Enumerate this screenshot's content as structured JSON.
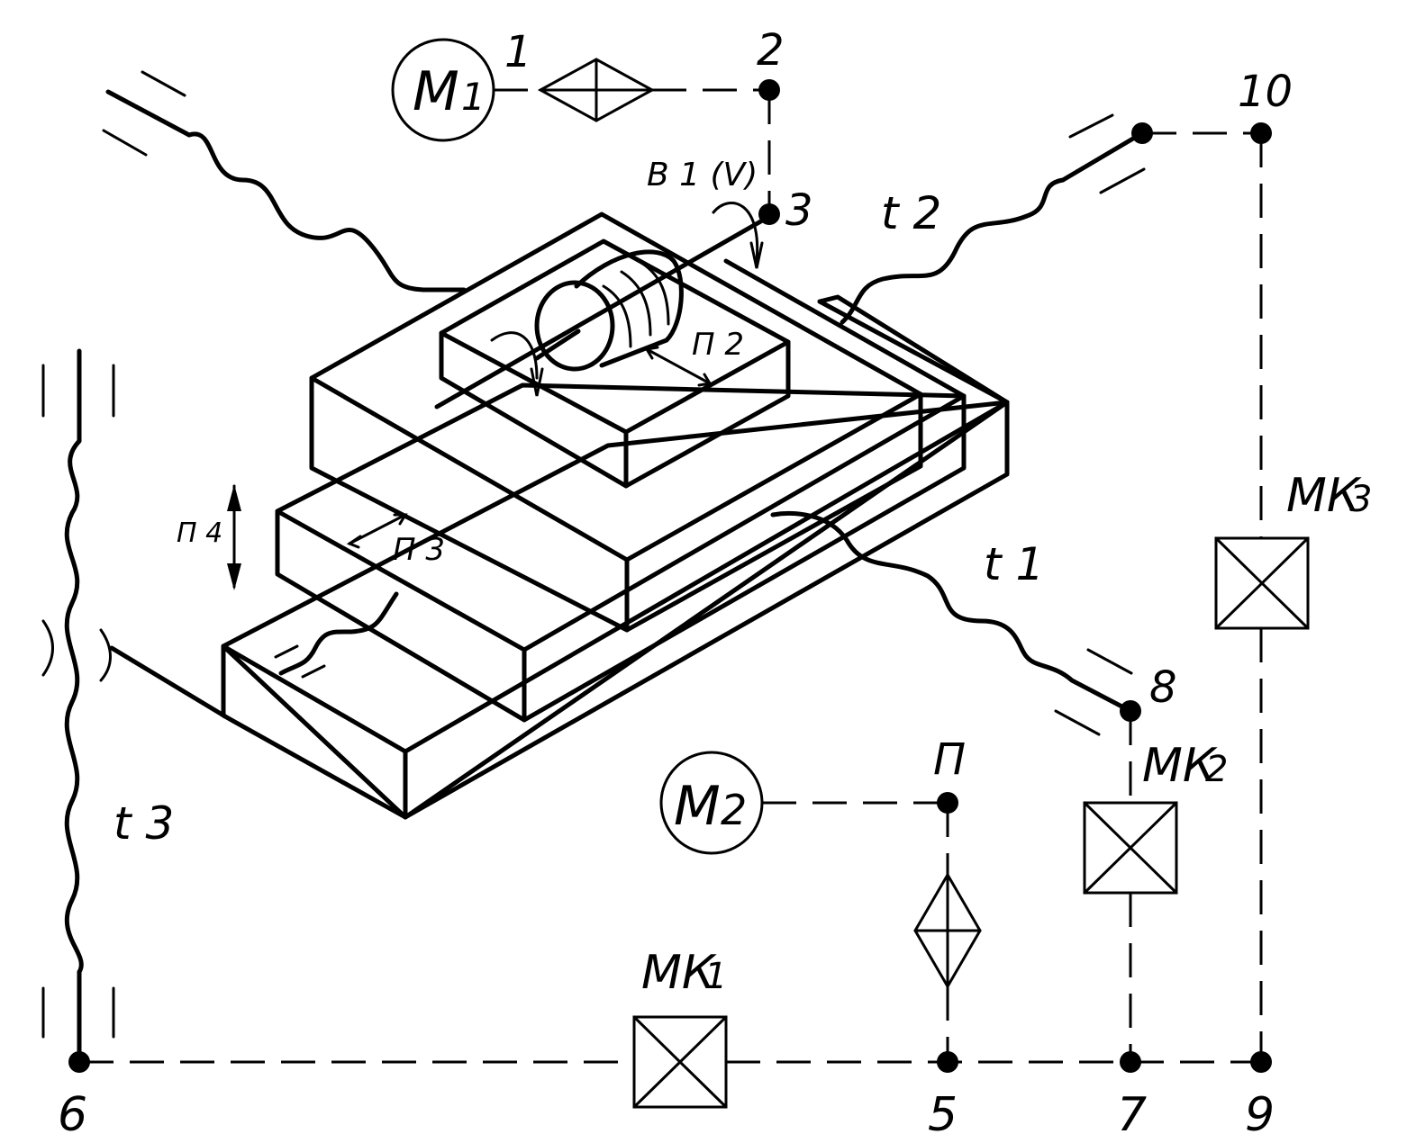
{
  "motors": {
    "m1": {
      "label": "M",
      "sub": "1"
    },
    "m2": {
      "label": "M",
      "sub": "2"
    }
  },
  "nodes": {
    "n1": "1",
    "n2": "2",
    "n3": "3",
    "n5": "5",
    "n6": "6",
    "n7": "7",
    "n8": "8",
    "n9": "9",
    "n10": "10",
    "np": "П"
  },
  "clutches": {
    "mk1": {
      "label": "МК",
      "sub": "1"
    },
    "mk2": {
      "label": "МК",
      "sub": "2"
    },
    "mk3": {
      "label": "МК",
      "sub": "3"
    }
  },
  "motions": {
    "b1": "B 1 (V)",
    "p2": "П 2",
    "p3": "П 3",
    "p4": "П 4"
  },
  "transmissions": {
    "t1": "t 1",
    "t2": "t 2",
    "t3": "t 3"
  }
}
